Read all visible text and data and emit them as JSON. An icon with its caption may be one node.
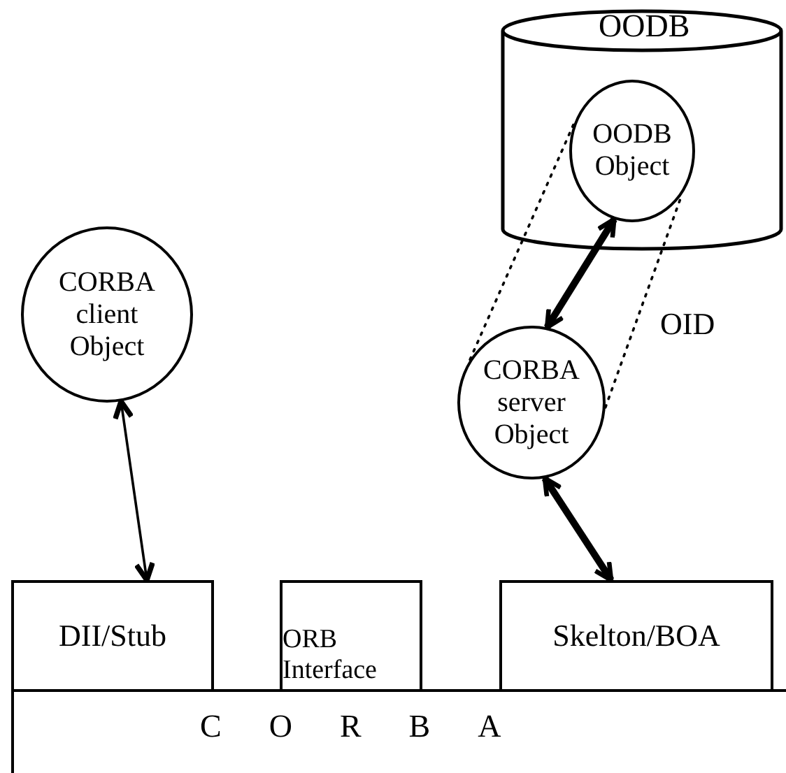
{
  "diagram": {
    "nodes": [
      {
        "text": [
          "OODB"
        ]
      },
      {
        "text": [
          "OODB Object"
        ],
        "in": 0
      },
      {
        "text": [
          "CORBA client Object"
        ]
      },
      {
        "text": [
          "CORBA server Object"
        ]
      },
      {
        "text": [
          "DII/Stub"
        ]
      },
      {
        "text": [
          "ORB Interface"
        ]
      },
      {
        "text": [
          "Skelton/BOA"
        ]
      },
      {
        "text": [
          "CORBA"
        ]
      }
    ],
    "edges": [
      {
        "from": 2,
        "to": 4,
        "arrow": "both"
      },
      {
        "from": 1,
        "to": 3,
        "arrow": "both",
        "style": "thick"
      },
      {
        "from": 3,
        "to": 6,
        "arrow": "both",
        "style": "thick"
      },
      {
        "from": 3,
        "to": 1,
        "arrow": "none",
        "style": "dashed"
      },
      {
        "from": 3,
        "to": 1,
        "arrow": "none",
        "style": "dashed",
        "label": "OID"
      }
    ]
  }
}
